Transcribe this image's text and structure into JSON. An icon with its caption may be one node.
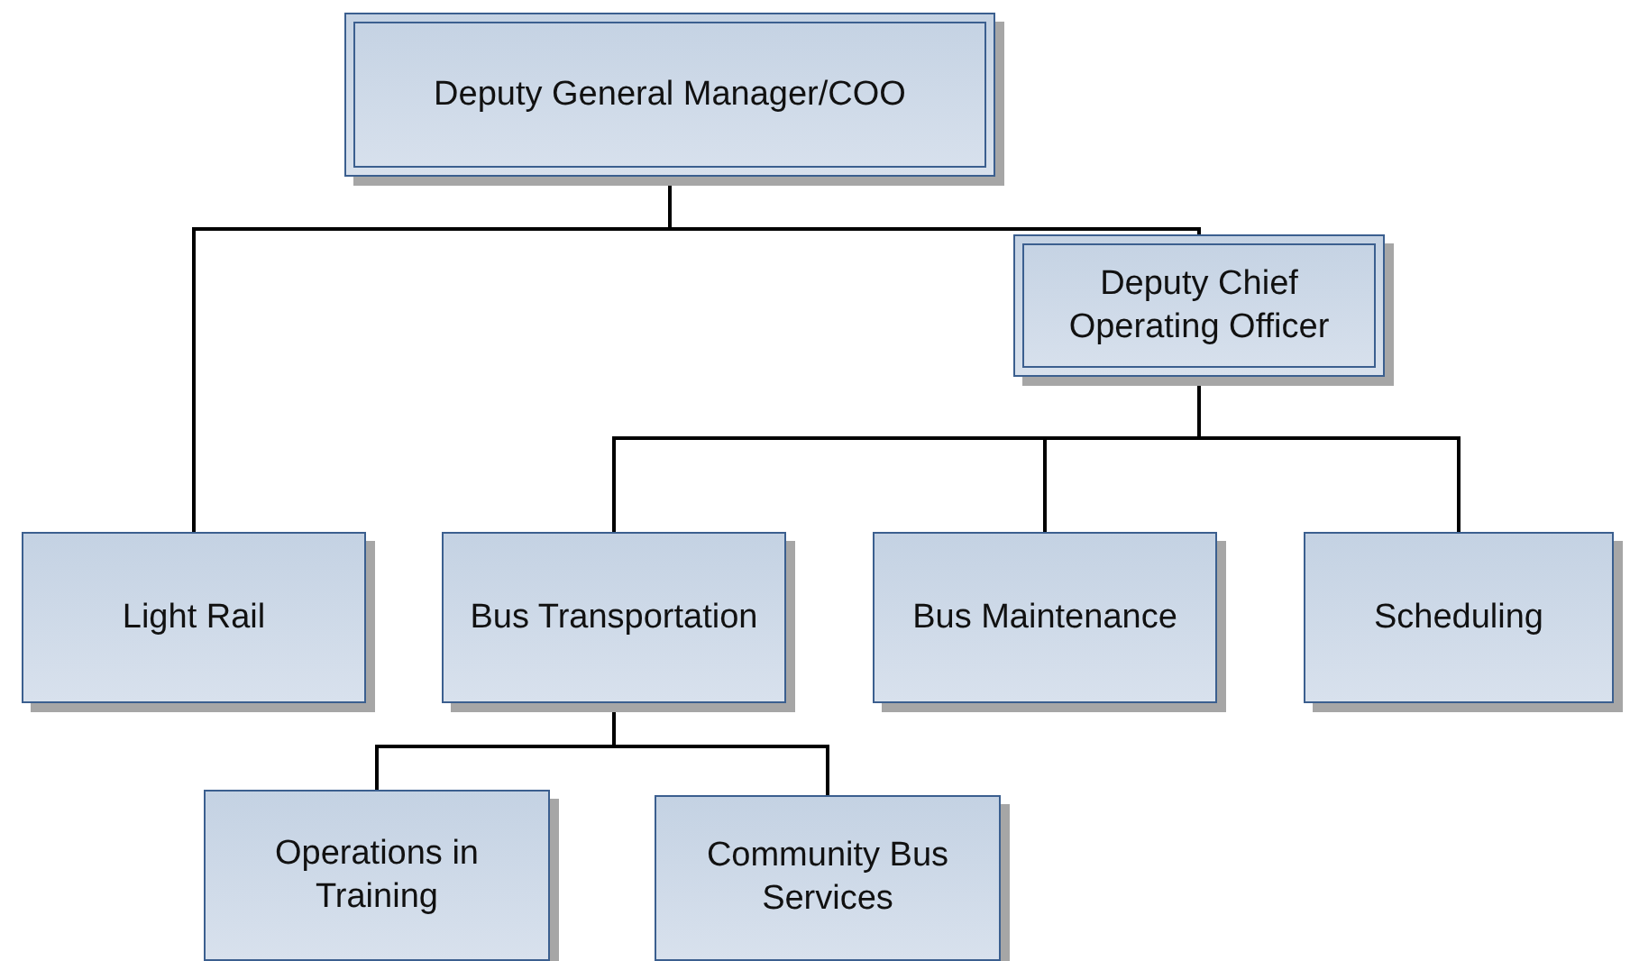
{
  "diagram": {
    "nodes": [
      {
        "text": [
          "Deputy General Manager/COO"
        ]
      },
      {
        "text": [
          "Deputy Chief Operating Officer"
        ]
      },
      {
        "text": [
          "Light Rail"
        ]
      },
      {
        "text": [
          "Bus Transportation"
        ]
      },
      {
        "text": [
          "Bus Maintenance"
        ]
      },
      {
        "text": [
          "Scheduling"
        ]
      },
      {
        "text": [
          "Operations in Training"
        ]
      },
      {
        "text": [
          "Community Bus Services"
        ]
      }
    ],
    "edges": [
      {
        "from": 0,
        "to": 2,
        "arrow": "none"
      },
      {
        "from": 0,
        "to": 1,
        "arrow": "none"
      },
      {
        "from": 1,
        "to": 3,
        "arrow": "none"
      },
      {
        "from": 1,
        "to": 4,
        "arrow": "none"
      },
      {
        "from": 1,
        "to": 5,
        "arrow": "none"
      },
      {
        "from": 3,
        "to": 6,
        "arrow": "none"
      },
      {
        "from": 3,
        "to": 7,
        "arrow": "none"
      }
    ]
  }
}
